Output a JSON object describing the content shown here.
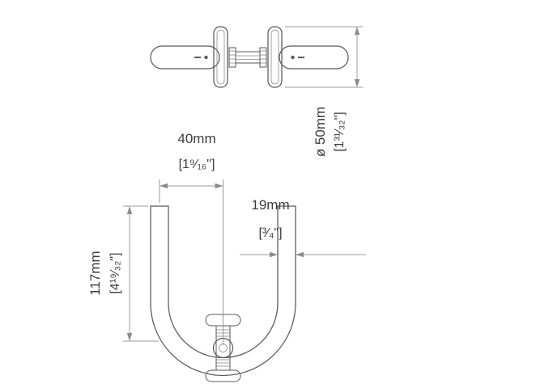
{
  "colors": {
    "line": "#5a5a5a",
    "dim": "#9b9b9b",
    "arrow": "#8c8c8c",
    "text": "#3d3d3d",
    "bg": "#ffffff"
  },
  "dimensions": {
    "rose_diameter": {
      "metric": "ø 50mm",
      "imperial": "[1³¹⁄₃₂\"]"
    },
    "grip_projection": {
      "metric": "40mm",
      "imperial": "[1⁹⁄₁₆\"]"
    },
    "tube_diameter": {
      "metric": "19mm",
      "imperial": "[³⁄₄\"]"
    },
    "grip_length": {
      "metric": "117mm",
      "imperial": "[4¹⁹⁄₃₂\"]"
    }
  }
}
